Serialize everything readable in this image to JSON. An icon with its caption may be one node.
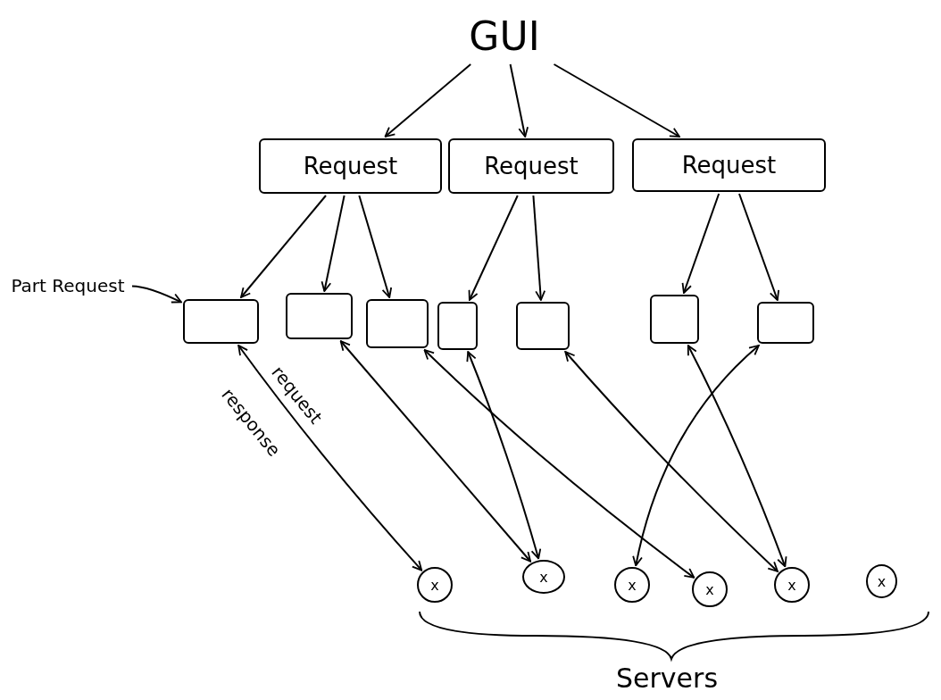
{
  "diagram": {
    "nodes": [
      {
        "text": [
          "GUI"
        ]
      },
      {
        "text": [
          "Request"
        ]
      },
      {
        "text": [
          "Request"
        ]
      },
      {
        "text": [
          "Request"
        ]
      },
      {
        "text": [
          "Part Request"
        ]
      },
      {
        "text": [],
        "shape": "box"
      },
      {
        "text": [],
        "shape": "box"
      },
      {
        "text": [],
        "shape": "box"
      },
      {
        "text": [],
        "shape": "box"
      },
      {
        "text": [],
        "shape": "box"
      },
      {
        "text": [],
        "shape": "box"
      },
      {
        "text": [],
        "shape": "box"
      },
      {
        "text": [
          "x"
        ]
      },
      {
        "text": [
          "x"
        ]
      },
      {
        "text": [
          "x"
        ]
      },
      {
        "text": [
          "x"
        ]
      },
      {
        "text": [
          "x"
        ]
      },
      {
        "text": [
          "x"
        ]
      }
    ],
    "edges": [
      {
        "from": 0,
        "to": 1,
        "arrow": "to"
      },
      {
        "from": 0,
        "to": 2,
        "arrow": "to"
      },
      {
        "from": 0,
        "to": 3,
        "arrow": "to"
      },
      {
        "from": 1,
        "to": 5,
        "arrow": "to"
      },
      {
        "from": 1,
        "to": 6,
        "arrow": "to"
      },
      {
        "from": 1,
        "to": 7,
        "arrow": "to"
      },
      {
        "from": 2,
        "to": 8,
        "arrow": "to"
      },
      {
        "from": 2,
        "to": 9,
        "arrow": "to"
      },
      {
        "from": 3,
        "to": 10,
        "arrow": "to"
      },
      {
        "from": 3,
        "to": 11,
        "arrow": "to"
      },
      {
        "from": 4,
        "to": 5,
        "arrow": "to"
      },
      {
        "from": 5,
        "to": 12,
        "arrow": "both"
      },
      {
        "from": 6,
        "to": 13,
        "arrow": "both"
      },
      {
        "from": 7,
        "to": 15,
        "arrow": "both"
      },
      {
        "from": 8,
        "to": 13,
        "arrow": "both"
      },
      {
        "from": 9,
        "to": 16,
        "arrow": "both"
      },
      {
        "from": 10,
        "to": 16,
        "arrow": "both"
      },
      {
        "from": 14,
        "to": 11,
        "arrow": "both"
      }
    ],
    "labels": [
      "request",
      "response",
      "Servers"
    ]
  }
}
